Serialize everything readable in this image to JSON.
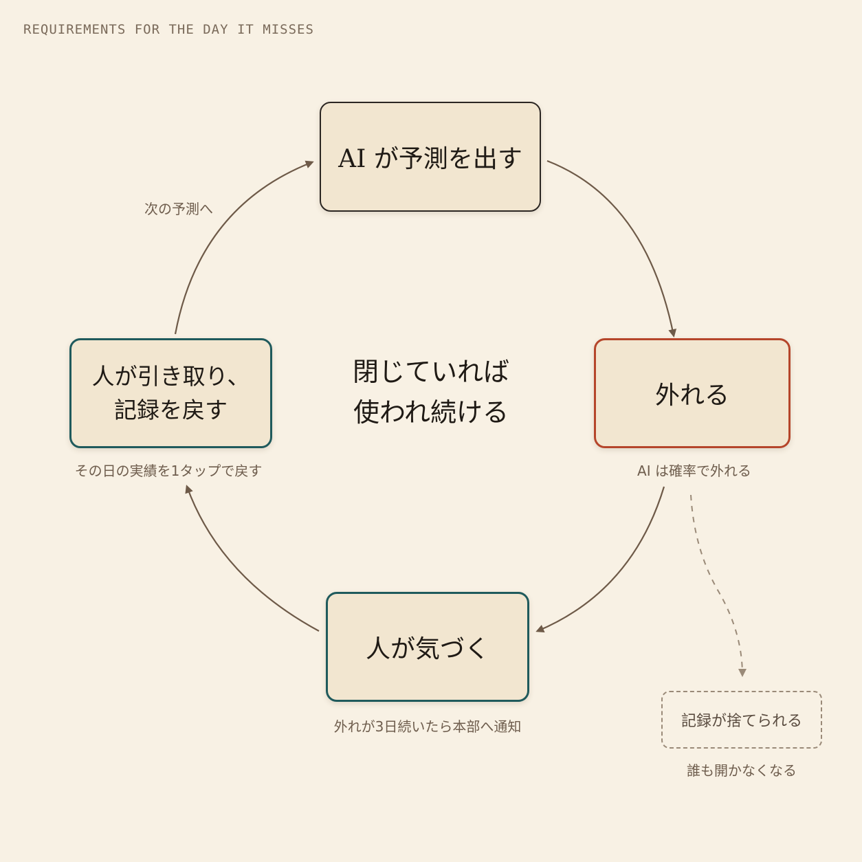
{
  "header": {
    "eyebrow": "REQUIREMENTS FOR THE DAY IT MISSES"
  },
  "center": {
    "line1": "閉じていれば",
    "line2": "使われ続ける"
  },
  "nodes": {
    "predict": "AI が予測を出す",
    "miss": "外れる",
    "notice": "人が気づく",
    "recover_line1": "人が引き取り、",
    "recover_line2": "記録を戻す",
    "discard": "記録が捨てられる"
  },
  "notes": {
    "to_next": "次の予測へ",
    "recover": "その日の実績を1タップで戻す",
    "miss": "AI は確率で外れる",
    "notice": "外れが3日続いたら本部へ通知",
    "discard": "誰も開かなくなる"
  },
  "colors": {
    "background": "#f8f1e4",
    "node_fill": "#f2e6d0",
    "miss_border": "#b5452a",
    "human_border": "#1f5a5c",
    "arrow": "#6e5a48"
  }
}
